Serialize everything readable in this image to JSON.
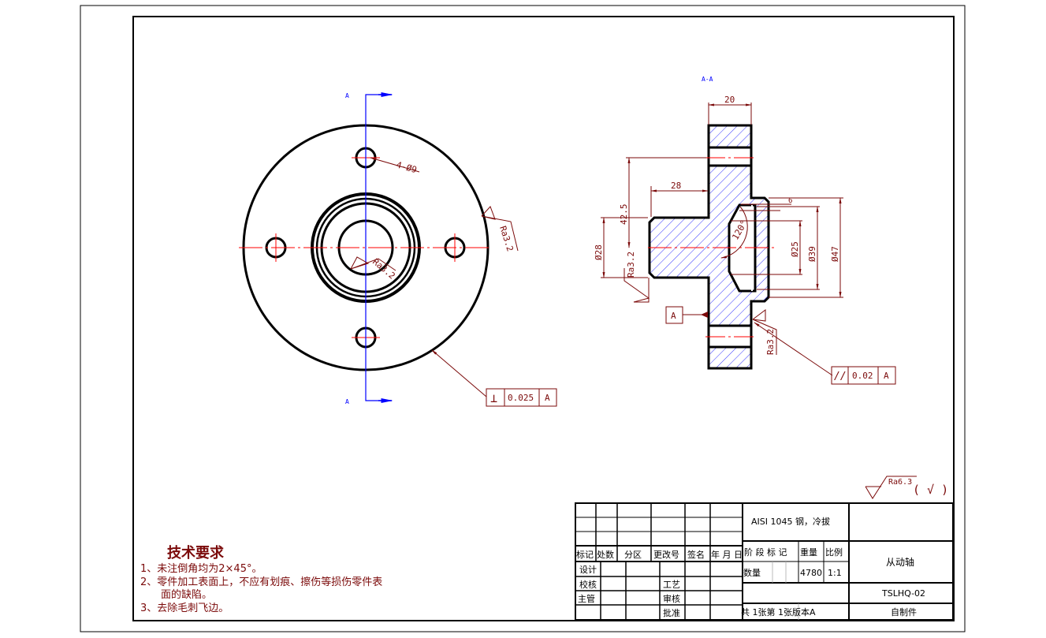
{
  "drawing": {
    "section_label": "A-A",
    "cut_marker_top": "A",
    "cut_marker_bottom": "A",
    "front_view": {
      "hole_callout": "4-Ø9",
      "roughness_outer": "Ra3.2",
      "roughness_bore": "Ra3.2",
      "gdt_perpendicularity": {
        "symbol": "⊥",
        "tolerance": "0.025",
        "datum": "A"
      }
    },
    "section_view": {
      "dim_width": "20",
      "dim_hub_length": "28",
      "dim_bolt_circle": "42.5",
      "dim_hub_dia": "Ø28",
      "dim_small_step": "6",
      "dim_angle": "120°",
      "dim_bore": "Ø25",
      "dim_recess": "Ø39",
      "dim_outer_step": "Ø47",
      "roughness_hub": "Ra3.2",
      "roughness_face": "Ra3.2",
      "datum_label": "A",
      "gdt_parallelism": {
        "symbol": "//",
        "tolerance": "0.02",
        "datum": "A"
      }
    },
    "general_roughness": {
      "value": "Ra6.3",
      "suffix": "( √ )"
    }
  },
  "tech_requirements": {
    "title": "技术要求",
    "items": [
      "1、未注倒角均为2×45°。",
      "2、零件加工表面上，不应有划痕、擦伤等损伤零件表",
      "面的缺陷。",
      "3、去除毛刺飞边。"
    ]
  },
  "title_block": {
    "material": "AISI 1045 钢，冷拔",
    "headers": [
      "标记",
      "处数",
      "分区",
      "更改号",
      "签名",
      "年 月 日"
    ],
    "stage_label": "阶 段 标 记",
    "weight_label": "重量",
    "scale_label": "比例",
    "quantity_label": "数量",
    "weight_value": "4780",
    "scale_value": "1:1",
    "part_name": "从动轴",
    "part_number": "TSLHQ-02",
    "source": "自制件",
    "sheet_info": "共 1张第 1张版本A",
    "roles": {
      "design": "设计",
      "check": "校核",
      "supervisor": "主管",
      "process": "工艺",
      "review": "审核",
      "approve": "批准"
    }
  },
  "colors": {
    "dim": "#7b0a0a",
    "center": "#ff0000",
    "hatch": "#0000ff",
    "outline": "#000000"
  }
}
